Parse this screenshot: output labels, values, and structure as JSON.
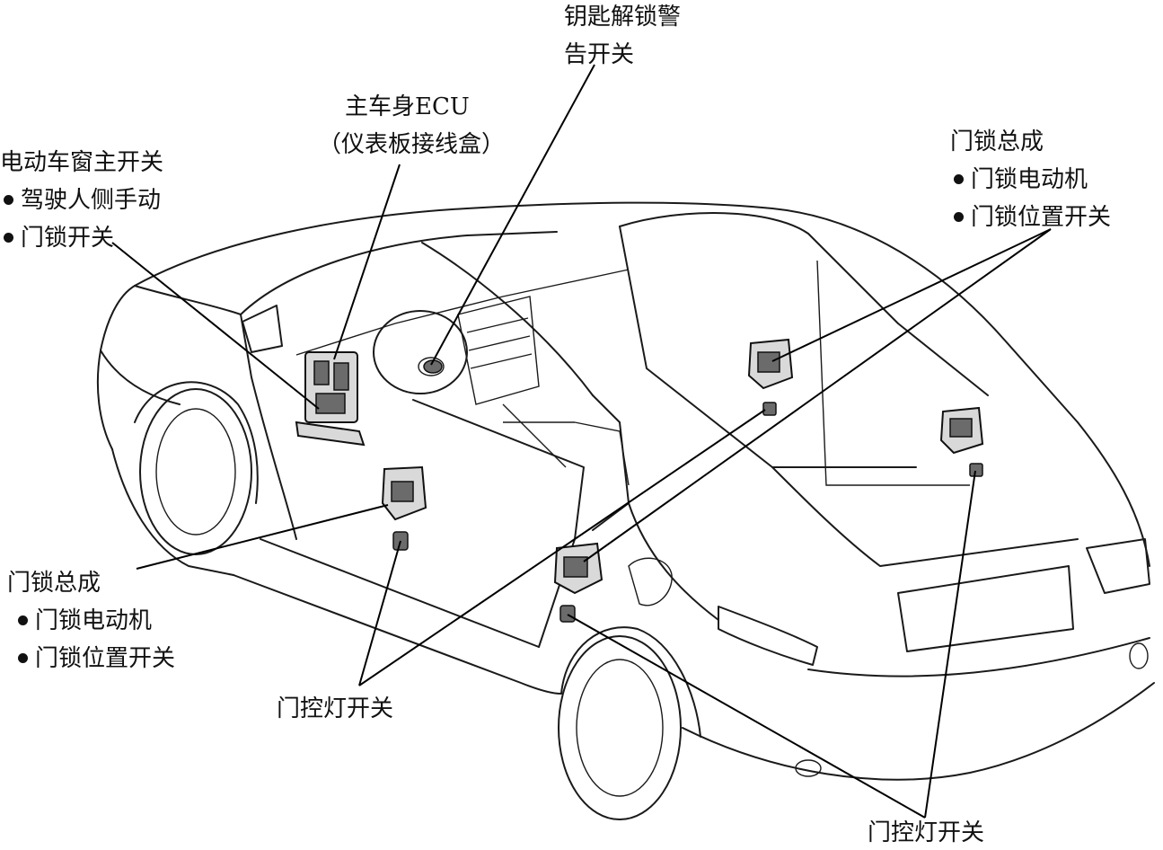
{
  "labels": {
    "key_warning": [
      "钥匙解锁警",
      "告开关"
    ],
    "main_ecu": [
      "主车身ECU",
      "（仪表板接线盒）"
    ],
    "window_switch": {
      "title": "电动车窗主开关",
      "items": [
        "驾驶人侧手动",
        "门锁开关"
      ]
    },
    "door_lock_right": {
      "title": "门锁总成",
      "items": [
        "门锁电动机",
        "门锁位置开关"
      ]
    },
    "door_lock_left": {
      "title": "门锁总成",
      "items": [
        "门锁电动机",
        "门锁位置开关"
      ]
    },
    "courtesy_front": "门控灯开关",
    "courtesy_rear": "门控灯开关"
  }
}
